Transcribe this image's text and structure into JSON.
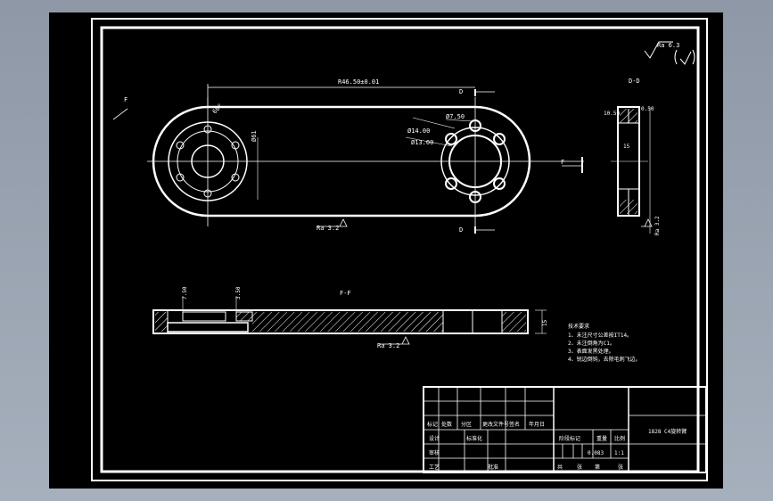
{
  "drawing": {
    "dims": {
      "center_distance": "R46.50±0.01",
      "hole_small_dia": "Ø7.50",
      "pcd_inner": "Ø14.00",
      "pcd_outer": "Ø13.00",
      "left_dia": "Ø61",
      "angle": "60°",
      "chamfer_right": "0.50",
      "width_left": "10.50",
      "thickness": "15",
      "section_thickness": "15",
      "side_dim1": "7.50",
      "side_dim2": "3.50"
    },
    "roughness_note": "Ra 6.3",
    "roughness_bottom": "Ra 3.2",
    "roughness_section": "Ra 3.2",
    "roughness_side": "Ra 3.2",
    "section_labels": {
      "view_ff": "F-F",
      "view_dd": "D-D",
      "arrow_f": "F",
      "arrow_d_top": "D",
      "arrow_d_bottom": "D"
    },
    "tech_notes": [
      "技术要求",
      "1、未注尺寸公差按IT14。",
      "2、未注倒角为C1。",
      "3、表面发黑处理。",
      "4、锐边倒钝，去除毛刺飞边。"
    ]
  },
  "title_block": {
    "part_name": "1828 C4旋转臂",
    "scale": "1:1",
    "weight": "0.083",
    "h_marking": "标记",
    "h_count": "处数",
    "h_zone": "分区",
    "h_docno": "更改文件号",
    "h_sign": "签名",
    "h_date": "年月日",
    "h_design": "设计",
    "h_std": "标准化",
    "h_check": "审核",
    "h_process": "工艺",
    "h_approve": "批准",
    "h_stage": "阶段标记",
    "h_weight": "重量",
    "h_scale": "比例",
    "h_total": "共",
    "h_sheet": "张",
    "h_di": "第"
  }
}
